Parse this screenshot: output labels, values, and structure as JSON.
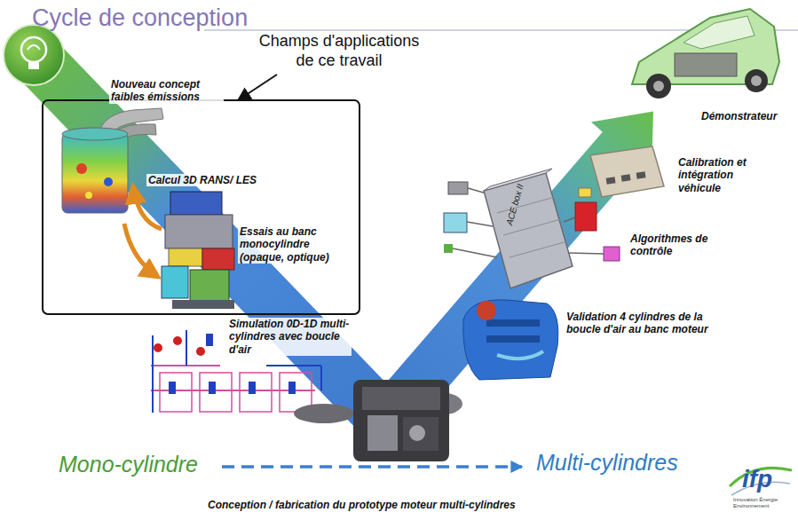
{
  "diagram": {
    "title": "Cycle de conception",
    "nodes": [
      {
        "text": [
          "Calcul 3D RANS/ LES",
          "Essais au banc monocylindre (opaque, optique)"
        ]
      }
    ],
    "labels": [
      "Champs d'applications de ce travail",
      "Nouveau concept faibles émissions",
      "Simulation 0D-1D multi-cylindres avec boucle d'air",
      "Validation 4 cylindres de la boucle d'air au banc moteur",
      "Algorithmes de contrôle",
      "Calibration et intégration véhicule",
      "Démonstrateur",
      "ACE box II",
      "Mono-cylindre",
      "Multi-cylindres",
      "Conception / fabrication du prototype moteur multi-cylindres",
      "ifp",
      "Innovation Énergie Environnement"
    ]
  }
}
